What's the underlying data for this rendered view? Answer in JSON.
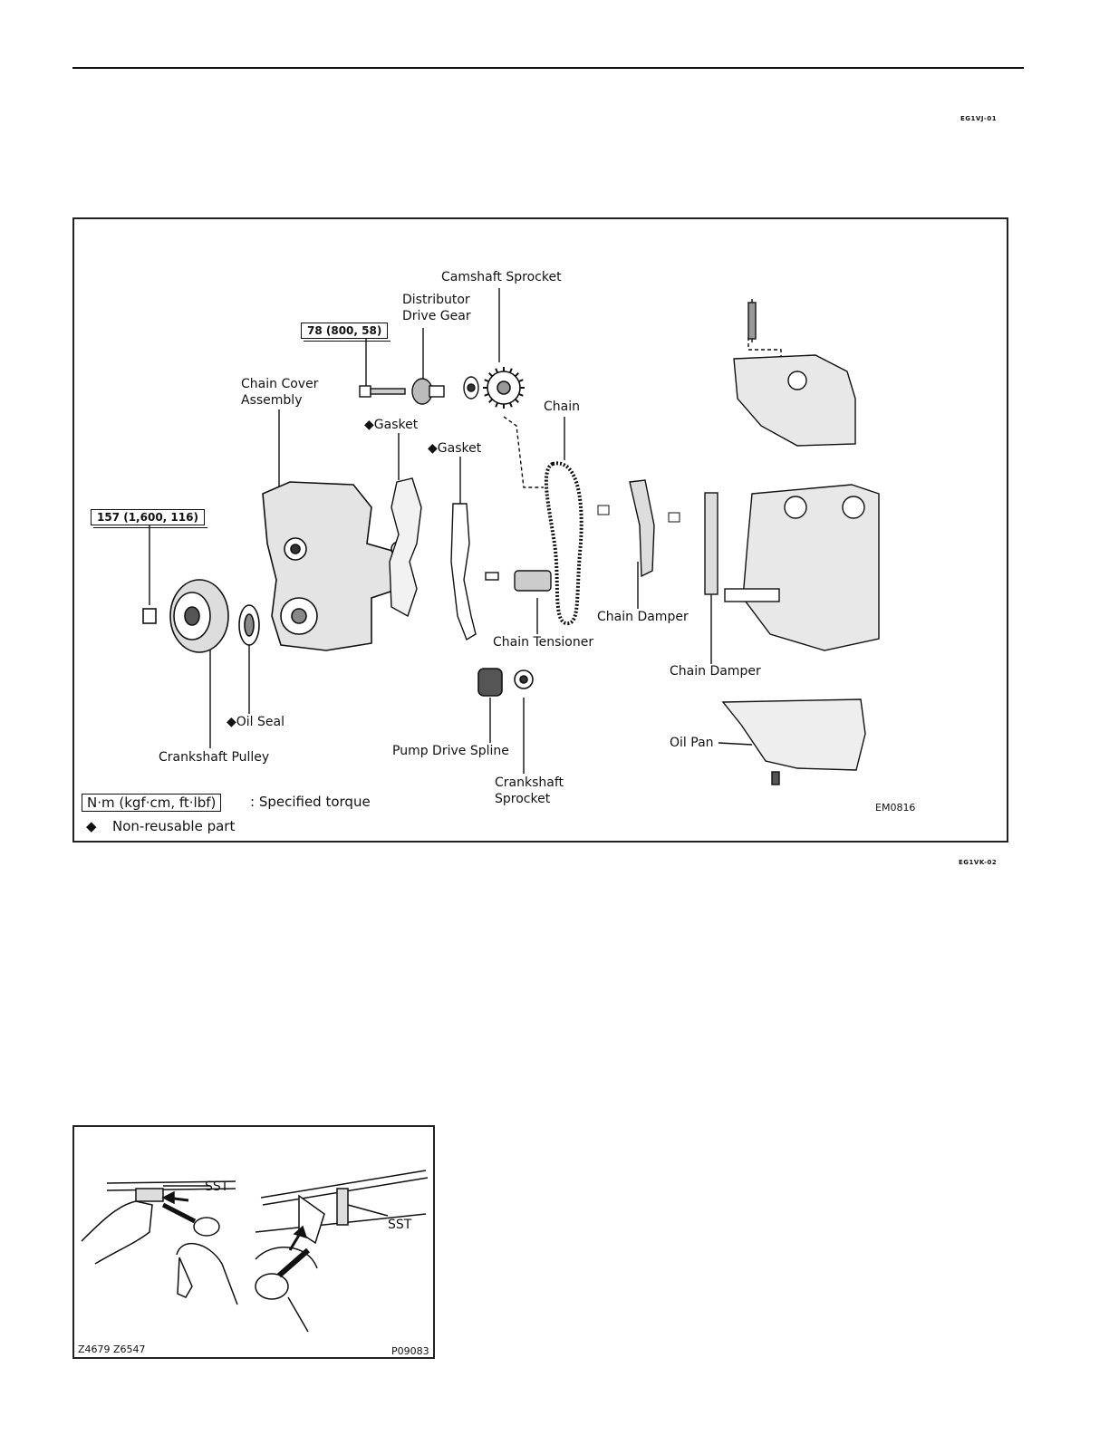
{
  "header": {
    "code_top": "EG1VJ-01",
    "code_mid": "EG1VK-02"
  },
  "figure1": {
    "figure_code": "EM0816",
    "torque_camshaft_bolt": "78 (800, 58)",
    "torque_pulley_bolt": "157 (1,600, 116)",
    "labels": {
      "camshaft_sprocket": "Camshaft Sprocket",
      "distributor_drive_gear": "Distributor\nDrive Gear",
      "chain_cover_assembly": "Chain Cover\nAssembly",
      "gasket_1": "◆Gasket",
      "gasket_2": "◆Gasket",
      "chain": "Chain",
      "chain_damper_1": "Chain Damper",
      "chain_damper_2": "Chain Damper",
      "chain_tensioner": "Chain Tensioner",
      "oil_seal": "◆Oil Seal",
      "crankshaft_pulley": "Crankshaft Pulley",
      "pump_drive_spline": "Pump Drive Spline",
      "crankshaft_sprocket": "Crankshaft\nSprocket",
      "oil_pan": "Oil Pan"
    },
    "legend": {
      "torque_unit": "N·m (kgf·cm, ft·lbf)",
      "torque_text": ":  Specified torque",
      "nonreusable_symbol": "◆",
      "nonreusable_text": "Non-reusable part"
    }
  },
  "figure2": {
    "sst_left": "SST",
    "sst_right": "SST",
    "ref_codes": "Z4679 Z6547",
    "figure_code": "P09083"
  }
}
